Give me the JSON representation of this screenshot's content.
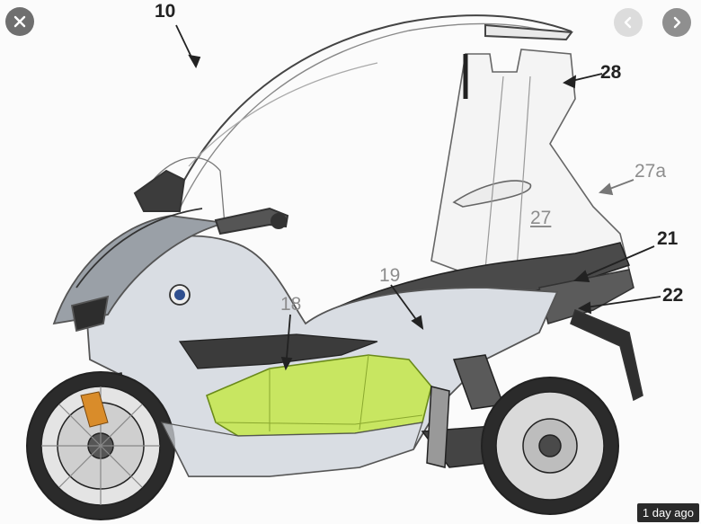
{
  "viewer": {
    "close_icon": "close-icon",
    "prev_icon": "chevron-left-icon",
    "next_icon": "chevron-right-icon",
    "timestamp": "1 day ago"
  },
  "figure": {
    "labels": {
      "c10": "10",
      "c28": "28",
      "c27a": "27a",
      "c27": "27",
      "c21": "21",
      "c22": "22",
      "c18": "18",
      "c19": "19"
    },
    "colors": {
      "battery": "#c4e84a",
      "body": "#d9dde3",
      "dark": "#3a3a3a"
    }
  }
}
